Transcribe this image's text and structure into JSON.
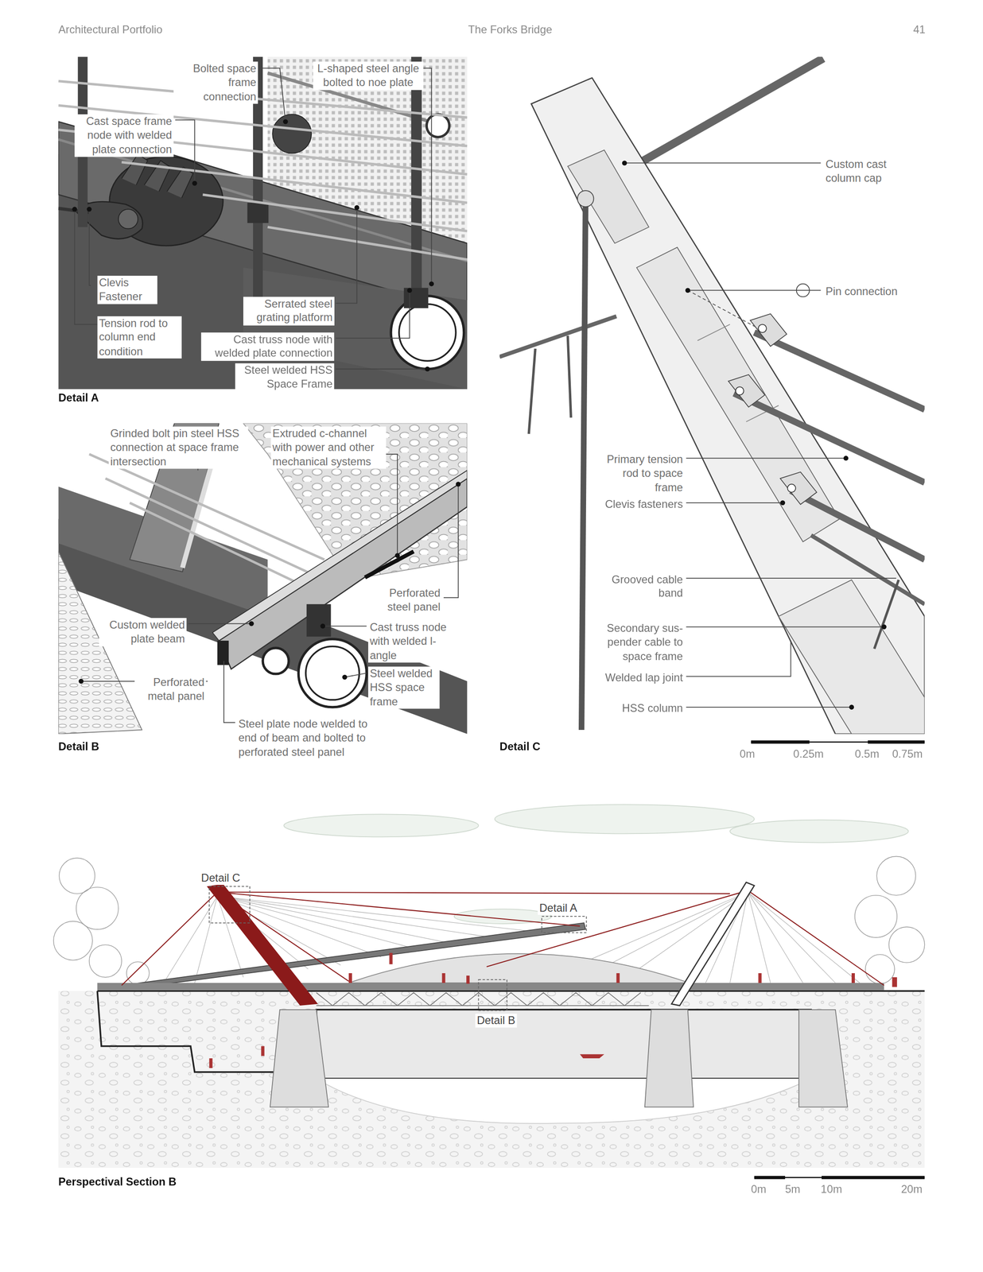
{
  "diagram": {
    "title": "The Forks Bridge",
    "labels": [
      "Architectural Portfolio",
      "41",
      "Bolted space frame connection",
      "L-shaped steel angle bolted to noe plate",
      "Cast space frame node with welded plate connection",
      "Clevis Fastener",
      "Tension rod to column end condition",
      "Serrated steel grating platform",
      "Cast truss node with welded plate connection",
      "Steel welded HSS Space Frame",
      "Detail A",
      "Grinded bolt pin steel HSS connection at space frame intersection",
      "Extruded c-channel with power and other mechanical systems",
      "Perforated steel panel",
      "Custom welded plate beam",
      "Cast truss node with welded l-angle",
      "Steel welded HSS space frame",
      "Perforated metal panel",
      "Steel plate node welded to end of beam and bolted to perforated steel panel",
      "Detail B",
      "Custom cast column cap",
      "Pin connection",
      "Primary tension rod to space frame",
      "Clevis fasteners",
      "Grooved cable band",
      "Secondary sus- pender cable to space frame",
      "Welded lap joint",
      "HSS column",
      "Detail C",
      "0m",
      "0.25m",
      "0.5m",
      "0.75m",
      "Detail C",
      "Detail A",
      "Detail B",
      "Perspectival Section B",
      "0m",
      "5m",
      "10m",
      "20m"
    ]
  }
}
